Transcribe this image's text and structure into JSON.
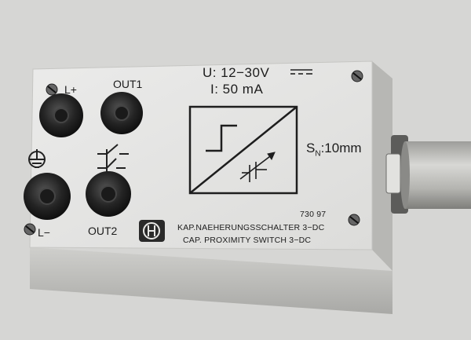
{
  "terminals": {
    "l_plus": "L+",
    "l_minus": "L−",
    "out1": "OUT1",
    "out2": "OUT2"
  },
  "specs": {
    "voltage": "U: 12−30V",
    "current": "I: 50 mA",
    "range_symbol": "S",
    "range_subscript": "N",
    "range_value": ":10mm"
  },
  "product": {
    "number": "730 97",
    "name_de": "KAP.NAEHERUNGSSCHALTER 3−DC",
    "name_en": "CAP. PROXIMITY SWITCH 3−DC"
  },
  "colors": {
    "background": "#d9d9d7",
    "housing_top": "#e4e4e2",
    "housing_side": "#bdbdba",
    "socket": "#2a2a2a"
  },
  "icons": [
    "ground-icon",
    "dc-voltage-icon",
    "sensor-function-icon",
    "manufacturer-logo",
    "screw-icon"
  ]
}
